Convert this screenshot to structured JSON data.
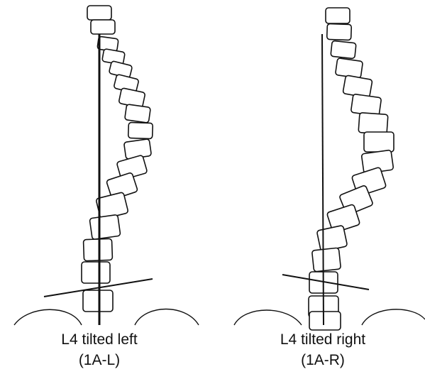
{
  "panels": [
    {
      "id": "left",
      "title": "L4 tilted left",
      "code": "(1A-L)"
    },
    {
      "id": "right",
      "title": "L4 tilted right",
      "code": "(1A-R)"
    }
  ],
  "colors": {
    "stroke": "#111111",
    "background": "#ffffff"
  }
}
